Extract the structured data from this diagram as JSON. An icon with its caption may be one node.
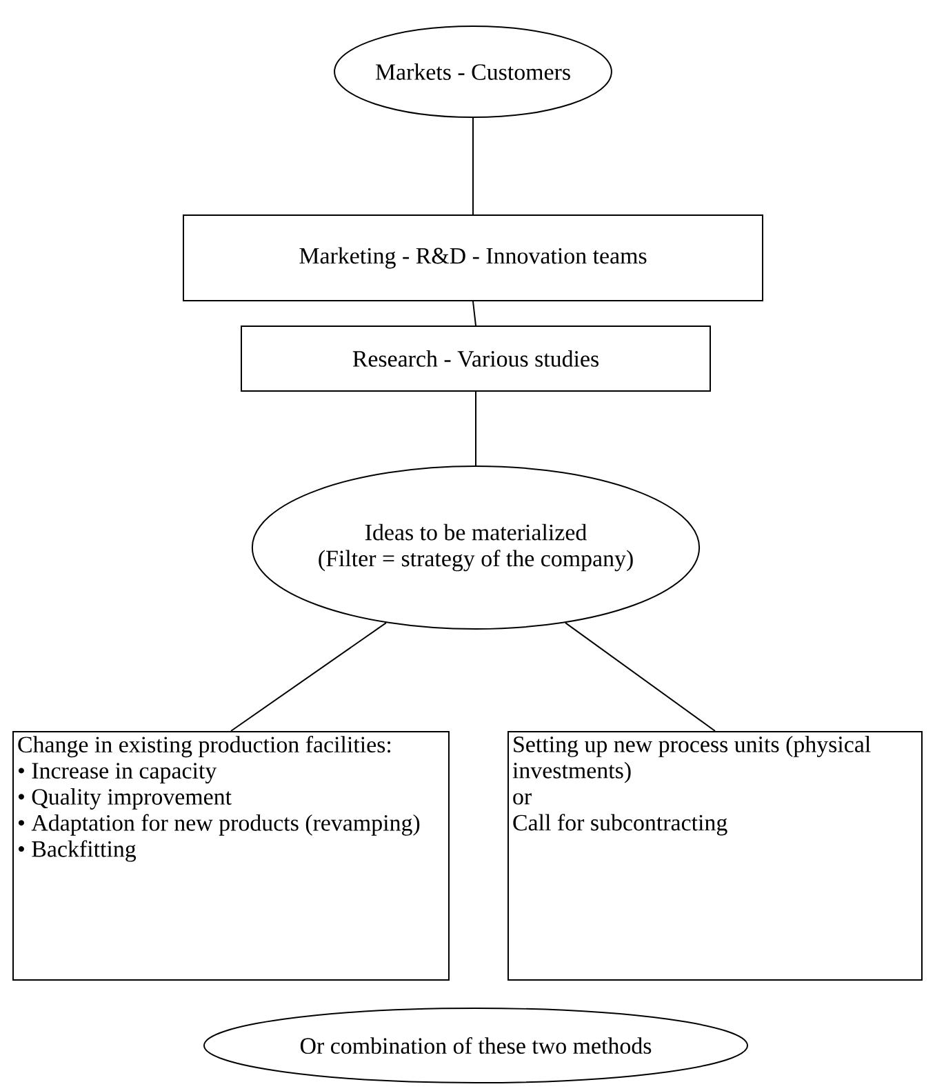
{
  "diagram": {
    "nodes": [
      {
        "text": [
          "Markets - Customers"
        ]
      },
      {
        "text": [
          "Marketing - R&D - Innovation teams"
        ]
      },
      {
        "text": [
          "Research - Various studies"
        ]
      },
      {
        "text": [
          "Ideas to be materialized",
          "(Filter = strategy of the company)"
        ]
      },
      {
        "text": [
          "Change in existing production facilities:",
          "• Increase in capacity",
          "• Quality improvement",
          "• Adaptation for new products (revamping)",
          "• Backfitting"
        ]
      },
      {
        "text": [
          "Setting up new process units (physical investments)",
          "or",
          "Call for subcontracting"
        ]
      },
      {
        "text": [
          "Or combination of these two methods"
        ]
      }
    ],
    "edges": [
      {
        "from": 0,
        "to": 1,
        "arrow": "none"
      },
      {
        "from": 1,
        "to": 2,
        "arrow": "none"
      },
      {
        "from": 2,
        "to": 3,
        "arrow": "none"
      },
      {
        "from": 3,
        "to": 4,
        "arrow": "none"
      },
      {
        "from": 3,
        "to": 5,
        "arrow": "none"
      }
    ]
  }
}
